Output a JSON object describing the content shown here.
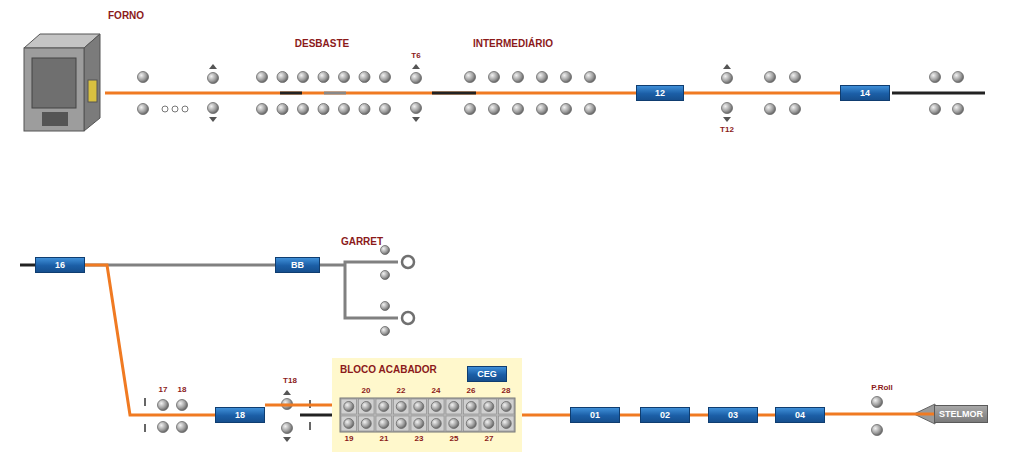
{
  "diagram": {
    "nodes": [
      {
        "text": [
          "FORNO"
        ]
      },
      {
        "text": [
          "12"
        ]
      },
      {
        "text": [
          "14"
        ]
      },
      {
        "text": [
          "16"
        ]
      },
      {
        "text": [
          "BB"
        ]
      },
      {
        "text": [
          "18"
        ]
      },
      {
        "text": [
          "BLOCO ACABADOR"
        ]
      },
      {
        "text": [
          "CEG"
        ],
        "in": 6
      },
      {
        "text": [
          "01"
        ]
      },
      {
        "text": [
          "02"
        ]
      },
      {
        "text": [
          "03"
        ]
      },
      {
        "text": [
          "04"
        ]
      },
      {
        "text": [
          "STELMOR"
        ]
      }
    ],
    "edges": [
      {
        "from": 0,
        "to": 1,
        "arrow": "none"
      },
      {
        "from": 1,
        "to": 2,
        "arrow": "none"
      },
      {
        "from": 3,
        "to": 4,
        "arrow": "none"
      },
      {
        "from": 3,
        "to": 5,
        "arrow": "none"
      },
      {
        "from": 5,
        "to": 6,
        "arrow": "none"
      },
      {
        "from": 6,
        "to": 8,
        "arrow": "none"
      },
      {
        "from": 8,
        "to": 9,
        "arrow": "none"
      },
      {
        "from": 9,
        "to": 10,
        "arrow": "none"
      },
      {
        "from": 10,
        "to": 11,
        "arrow": "none"
      },
      {
        "from": 11,
        "to": 12,
        "arrow": "none"
      }
    ],
    "labels": [
      "DESBASTE",
      "T6",
      "INTERMEDIÁRIO",
      "T12",
      "GARRET",
      "17",
      "18",
      "T18",
      "20",
      "22",
      "24",
      "26",
      "28",
      "19",
      "21",
      "23",
      "25",
      "27",
      "P.Roll"
    ]
  }
}
